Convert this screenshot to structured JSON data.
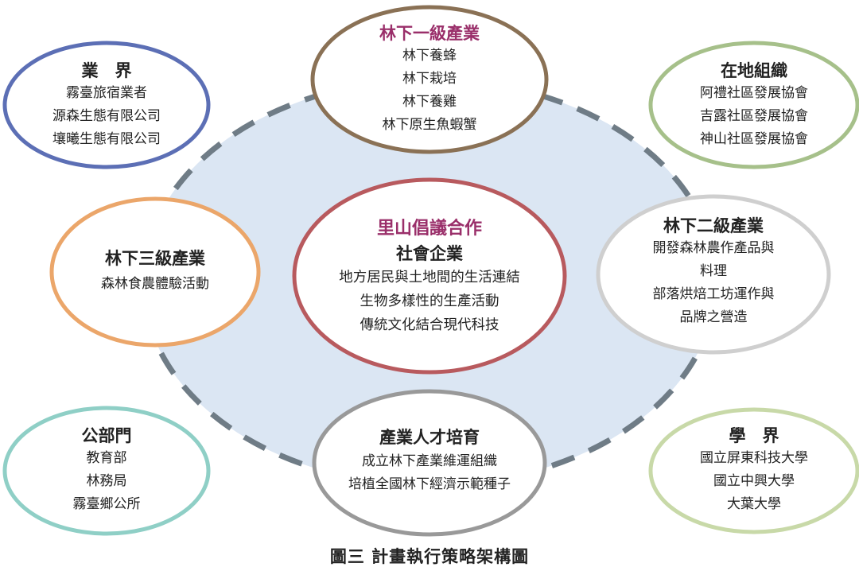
{
  "colors": {
    "big_circle_fill": "#dbe6f3",
    "big_circle_stroke": "#6f7c86",
    "accent_text": "#9a2f6a"
  },
  "nodes": {
    "industry_sector": {
      "title": "業　界",
      "lines": [
        "霧臺旅宿業者",
        "源森生態有限公司",
        "壤曦生態有限公司"
      ],
      "stroke": "#5c6fb5"
    },
    "primary_industry": {
      "title": "林下一級產業",
      "lines": [
        "林下養蜂",
        "林下栽培",
        "林下養雞",
        "林下原生魚蝦蟹"
      ],
      "stroke": "#8a7155"
    },
    "local_org": {
      "title": "在地組織",
      "lines": [
        "阿禮社區發展協會",
        "吉露社區發展協會",
        "神山社區發展協會"
      ],
      "stroke": "#a6c08a"
    },
    "tertiary_industry": {
      "title": "林下三級產業",
      "lines": [
        "森林食農體驗活動"
      ],
      "stroke": "#eba66a"
    },
    "center": {
      "title": "里山倡議合作",
      "subtitle": "社會企業",
      "lines": [
        "地方居民與土地間的生活連結",
        "生物多樣性的生產活動",
        "傳統文化結合現代科技"
      ],
      "stroke": "#b85a5e"
    },
    "secondary_industry": {
      "title": "林下二級產業",
      "lines": [
        "開發森林農作產品與",
        "料理",
        "部落烘焙工坊運作與",
        "品牌之營造"
      ],
      "stroke": "#cfcfcf"
    },
    "public_sector": {
      "title": "公部門",
      "lines": [
        "教育部",
        "林務局",
        "霧臺鄉公所"
      ],
      "stroke": "#8fcfc6"
    },
    "talent": {
      "title": "產業人才培育",
      "lines": [
        "成立林下產業維運組織",
        "培植全國林下經濟示範種子"
      ],
      "stroke": "#999999"
    },
    "academia": {
      "title": "學　界",
      "lines": [
        "國立屏東科技大學",
        "國立中興大學",
        "大葉大學"
      ],
      "stroke": "#c8d9a8"
    }
  },
  "caption": "圖三  計畫執行策略架構圖"
}
